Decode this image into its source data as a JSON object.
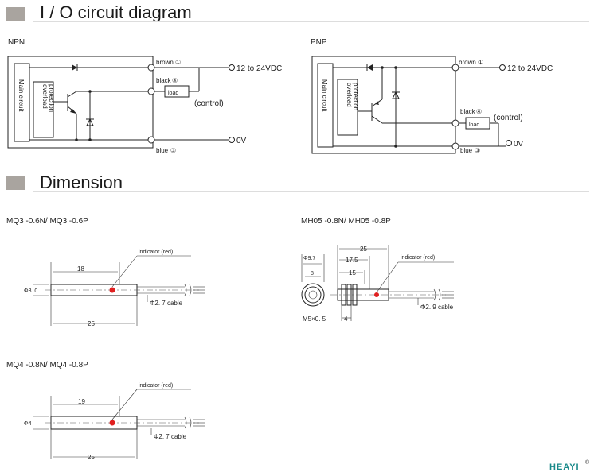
{
  "sections": {
    "io_title": "I / O circuit diagram",
    "dimension_title": "Dimension"
  },
  "npn": {
    "label": "NPN",
    "main_circuit": "Main circuit",
    "overload_1": "overload",
    "overload_2": "protection",
    "brown": "brown",
    "brown_num": "①",
    "black": "black",
    "black_num": "④",
    "blue": "blue",
    "blue_num": "③",
    "vdc": "12 to 24VDC",
    "zero_v": "0V",
    "load": "load",
    "control": "(control)"
  },
  "pnp": {
    "label": "PNP",
    "main_circuit": "Main circuit",
    "overload_1": "overload",
    "overload_2": "protection",
    "brown": "brown",
    "brown_num": "①",
    "black": "black",
    "black_num": "④",
    "blue": "blue",
    "blue_num": "③",
    "vdc": "12 to 24VDC",
    "zero_v": "0V",
    "load": "load",
    "control": "(control)"
  },
  "mq3": {
    "model": "MQ3 -0.6N/ MQ3 -0.6P",
    "indicator": "indicator (red)",
    "len_a": "18",
    "len_total": "25",
    "dia": "Φ3. 0",
    "cable": "Φ2. 7  cable"
  },
  "mh05": {
    "model": "MH05 -0.8N/ MH05 -0.8P",
    "indicator": "indicator (red)",
    "len_total": "25",
    "len_b": "17.5",
    "len_c": "15",
    "len_d": "4",
    "dia_outer": "Φ9.7",
    "dia_inner": "8",
    "thread": "M5×0. 5",
    "cable": "Φ2. 9  cable"
  },
  "mq4": {
    "model": "MQ4 -0.8N/ MQ4 -0.8P",
    "indicator": "indicator (red)",
    "len_a": "19",
    "len_total": "25",
    "dia": "Φ4",
    "cable": "Φ2. 7  cable"
  },
  "brand": {
    "logo": "HEAYI",
    "mark": "®"
  },
  "colors": {
    "section_square": "#a9a49f",
    "indicator": "#e02020",
    "logo": "#1a8a8a"
  }
}
